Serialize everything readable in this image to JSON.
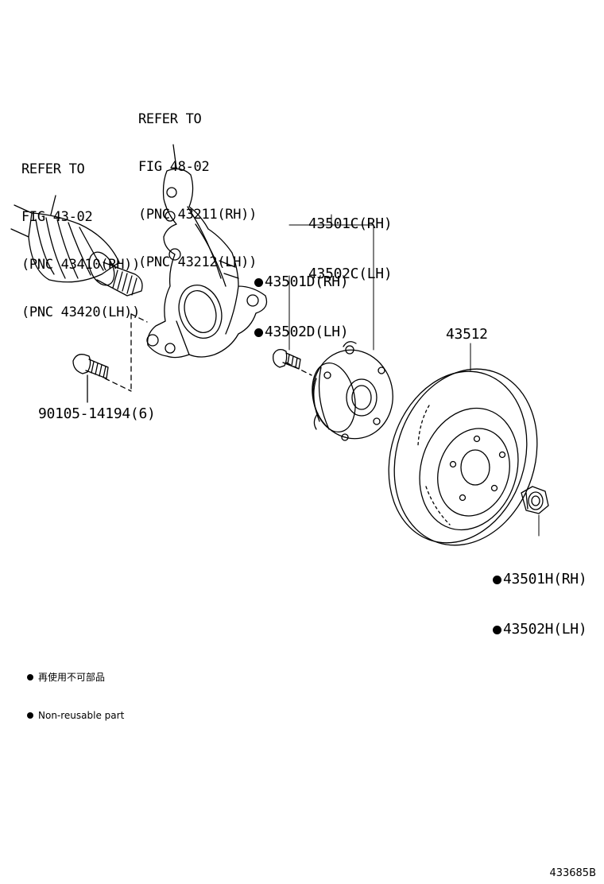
{
  "refer_knuckle": {
    "line1": "REFER TO",
    "line2": "FIG 48-02",
    "line3": "(PNC 43211(RH))",
    "line4": "(PNC 43212(LH))"
  },
  "refer_shaft": {
    "line1": "REFER TO",
    "line2": "FIG 43-02",
    "line3": "(PNC 43410(RH))",
    "line4": "(PNC 43420(LH))"
  },
  "hub_assy": {
    "rh": "43501C(RH)",
    "lh": "43502C(LH)"
  },
  "hub_bolt": {
    "rh": "43501D(RH)",
    "lh": "43502D(LH)"
  },
  "disc": {
    "part": "43512"
  },
  "nut": {
    "rh": "43501H(RH)",
    "lh": "43502H(LH)"
  },
  "bolt": {
    "part": "90105-14194(6)"
  },
  "legend": {
    "japanese": "再使用不可部品",
    "english": "Non-reusable part"
  },
  "figure_code": "433685B"
}
